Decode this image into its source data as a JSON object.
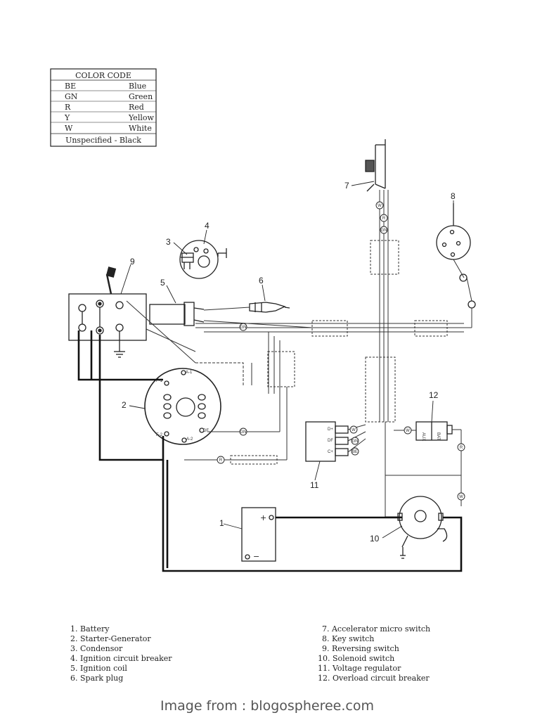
{
  "color_code": {
    "title": "COLOR CODE",
    "rows": [
      {
        "code": "BE",
        "name": "Blue"
      },
      {
        "code": "GN",
        "name": "Green"
      },
      {
        "code": "R",
        "name": "Red"
      },
      {
        "code": "Y",
        "name": "Yellow"
      },
      {
        "code": "W",
        "name": "White"
      }
    ],
    "footer": "Unspecified - Black"
  },
  "callouts": [
    "1",
    "2",
    "3",
    "4",
    "5",
    "6",
    "7",
    "8",
    "9",
    "10",
    "11",
    "12"
  ],
  "wire_markers": {
    "w": "W",
    "r": "R",
    "gn": "GN",
    "be": "BE"
  },
  "terminal_labels": {
    "generator_a1": "A-1",
    "generator_f1": "F-1",
    "generator_f2": "F-2",
    "generator_df": "DF",
    "generator_a2": "A-2",
    "regulator_d": "D+",
    "regulator_df": "DF",
    "regulator_c": "C+",
    "breaker_aux": "AUX",
    "breaker_bat": "BAT",
    "battery_plus": "+",
    "battery_minus": "−"
  },
  "legend": {
    "left": [
      "1. Battery",
      "2. Starter-Generator",
      "3. Condensor",
      "4. Ignition circuit breaker",
      "5. Ignition coil",
      "6. Spark plug"
    ],
    "right": [
      "7. Accelerator micro switch",
      "8. Key switch",
      "9. Reversing switch",
      "10. Solenoid switch",
      "11. Voltage regulator",
      "12. Overload circuit breaker"
    ]
  },
  "watermark": "Image from : blogospheree.com"
}
